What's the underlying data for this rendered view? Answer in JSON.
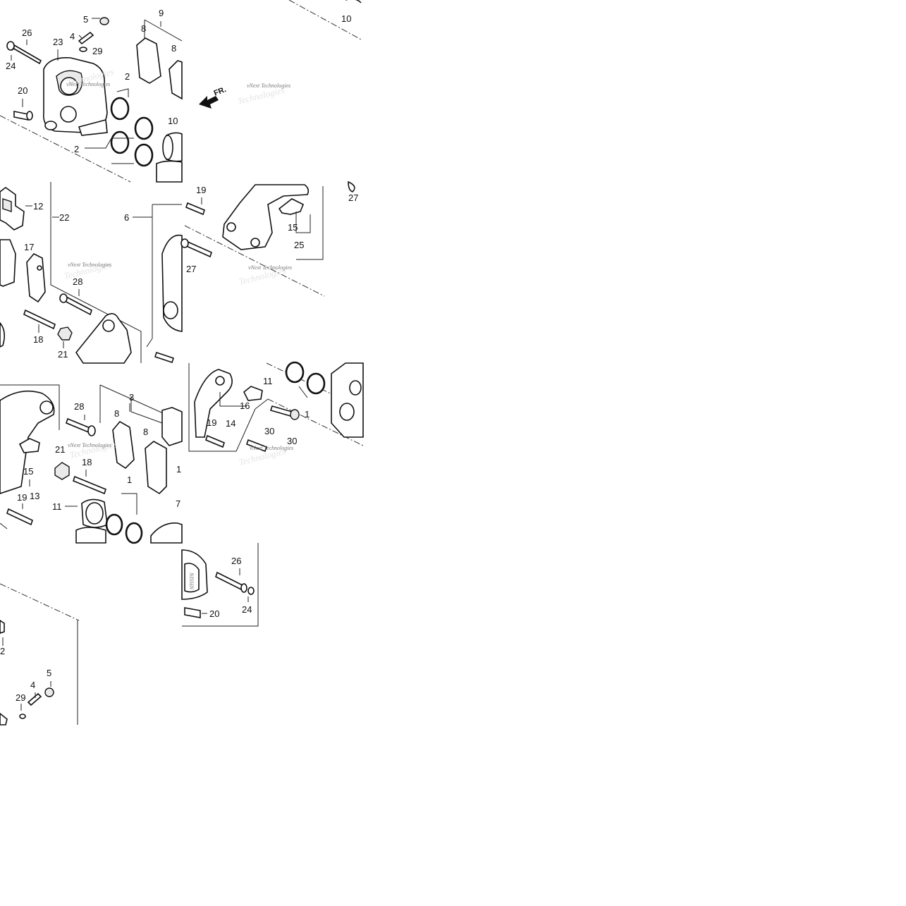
{
  "direction_arrow": {
    "label": "FR."
  },
  "watermark": {
    "line1": "vNext Technologies",
    "line2": "Technologies"
  },
  "nissin_logo": "NISSIN",
  "callouts": {
    "c1": "10",
    "c2": "9",
    "c3": "5",
    "c4": "8",
    "c5": "8",
    "c6": "26",
    "c7": "23",
    "c8": "4",
    "c9": "29",
    "c10": "24",
    "c11": "2",
    "c12": "20",
    "c13": "10",
    "c14": "2",
    "c15": "19",
    "c16": "27",
    "c17": "12",
    "c18": "22",
    "c19": "6",
    "c20": "17",
    "c21": "15",
    "c22": "25",
    "c23": "27",
    "c24": "28",
    "c25": "18",
    "c26": "21",
    "c27": "11",
    "c28": "3",
    "c29": "16",
    "c30": "28",
    "c31": "8",
    "c32": "8",
    "c33": "14",
    "c34": "19",
    "c35": "30",
    "c36": "30",
    "c37": "21",
    "c38": "1",
    "c39": "18",
    "c40": "15",
    "c41": "13",
    "c42": "19",
    "c43": "1",
    "c44": "11",
    "c45": "7",
    "c46": "1",
    "c47": "26",
    "c48": "24",
    "c49": "20",
    "c50": "2",
    "c51": "5",
    "c52": "4",
    "c53": "29"
  }
}
